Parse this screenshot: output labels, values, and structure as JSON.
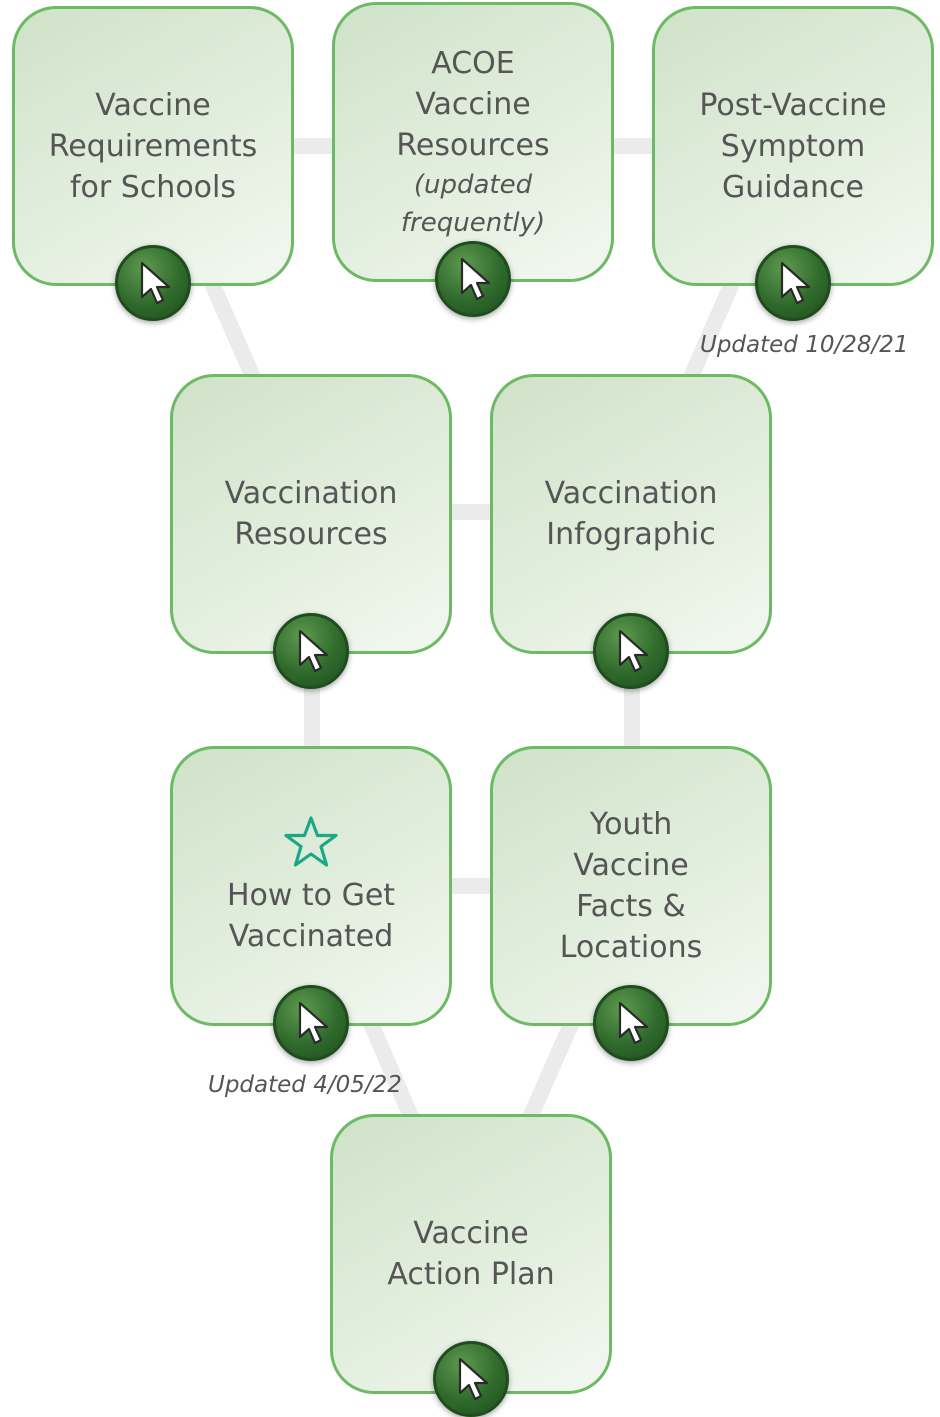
{
  "cards": {
    "vaccine_requirements": {
      "label": "Vaccine\nRequirements\nfor Schools"
    },
    "acoe_resources": {
      "label": "ACOE\nVaccine\nResources",
      "sublabel": "(updated\nfrequently)"
    },
    "post_vaccine": {
      "label": "Post-Vaccine\nSymptom\nGuidance"
    },
    "vaccination_resources": {
      "label": "Vaccination\nResources"
    },
    "vaccination_infographic": {
      "label": "Vaccination\nInfographic"
    },
    "how_to_get_vaccinated": {
      "label": "How to Get\nVaccinated",
      "icon": "star-icon"
    },
    "youth_vaccine": {
      "label": "Youth\nVaccine\nFacts &\nLocations"
    },
    "vaccine_action_plan": {
      "label": "Vaccine\nAction Plan"
    }
  },
  "notes": {
    "post_vaccine_updated": "Updated 10/28/21",
    "how_to_get_vaccinated_updated": "Updated 4/05/22"
  },
  "icons": {
    "link": "cursor-arrow-icon",
    "highlight": "star-icon"
  },
  "colors": {
    "card_border": "#6dba64",
    "card_fill": "#e2eedd",
    "button": "#2f6a2c",
    "star": "#1aa889",
    "text": "#555555",
    "connector": "#ebebeb"
  }
}
